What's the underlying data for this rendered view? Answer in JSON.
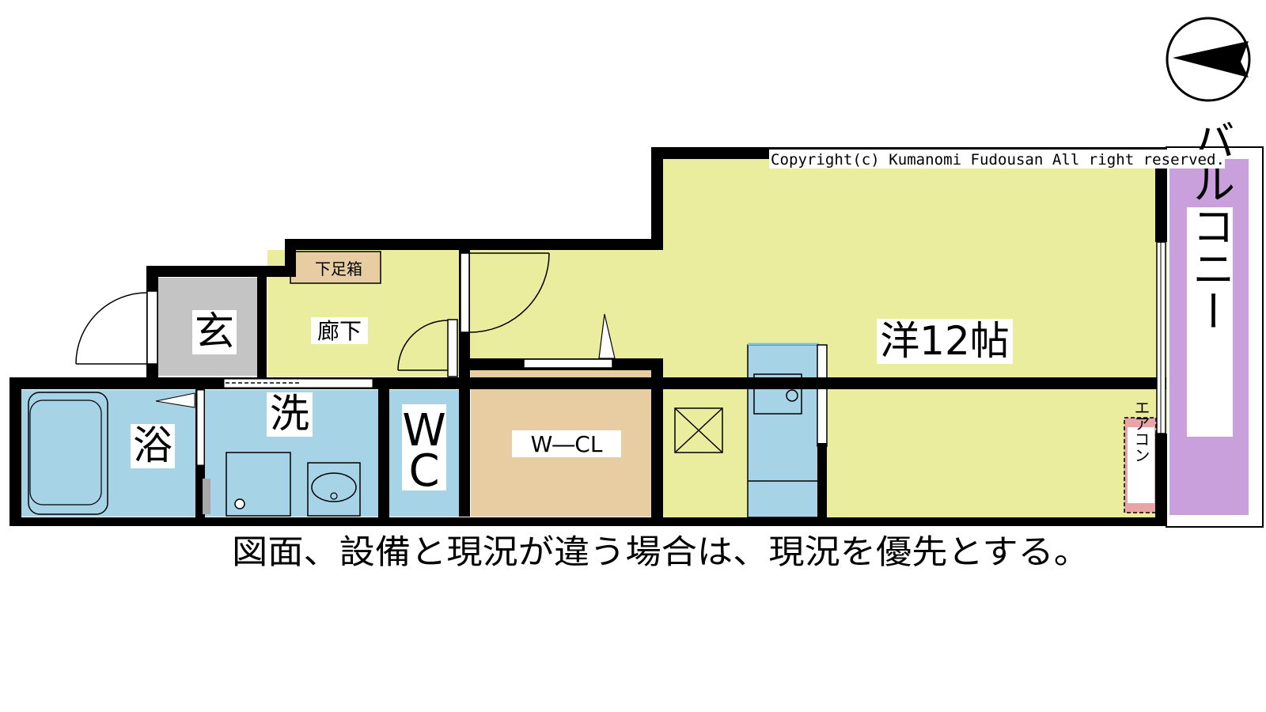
{
  "rooms": {
    "entrance": "玄",
    "hallway": "廊下",
    "shoe_box": "下足箱",
    "bath": "浴",
    "washroom": "洗",
    "wc": "WC",
    "walk_in_closet": "W―CL",
    "western_room": "洋12帖",
    "balcony": "バルコニー",
    "aircon": "エアコン"
  },
  "copyright": "Copyright(c) Kumanomi Fudousan All right reserved.",
  "notice": "図面、設備と現況が違う場合は、現況を優先とする。",
  "colors": {
    "western_room": "#ebed9e",
    "hallway": "#ebed9e",
    "water": "#a7d3e6",
    "entrance": "#c4c4c4",
    "closet": "#e8cda3",
    "balcony": "#c9a0dc",
    "aircon": "#e9a5a5",
    "wall": "#000000"
  },
  "icons": [
    "compass-icon"
  ]
}
